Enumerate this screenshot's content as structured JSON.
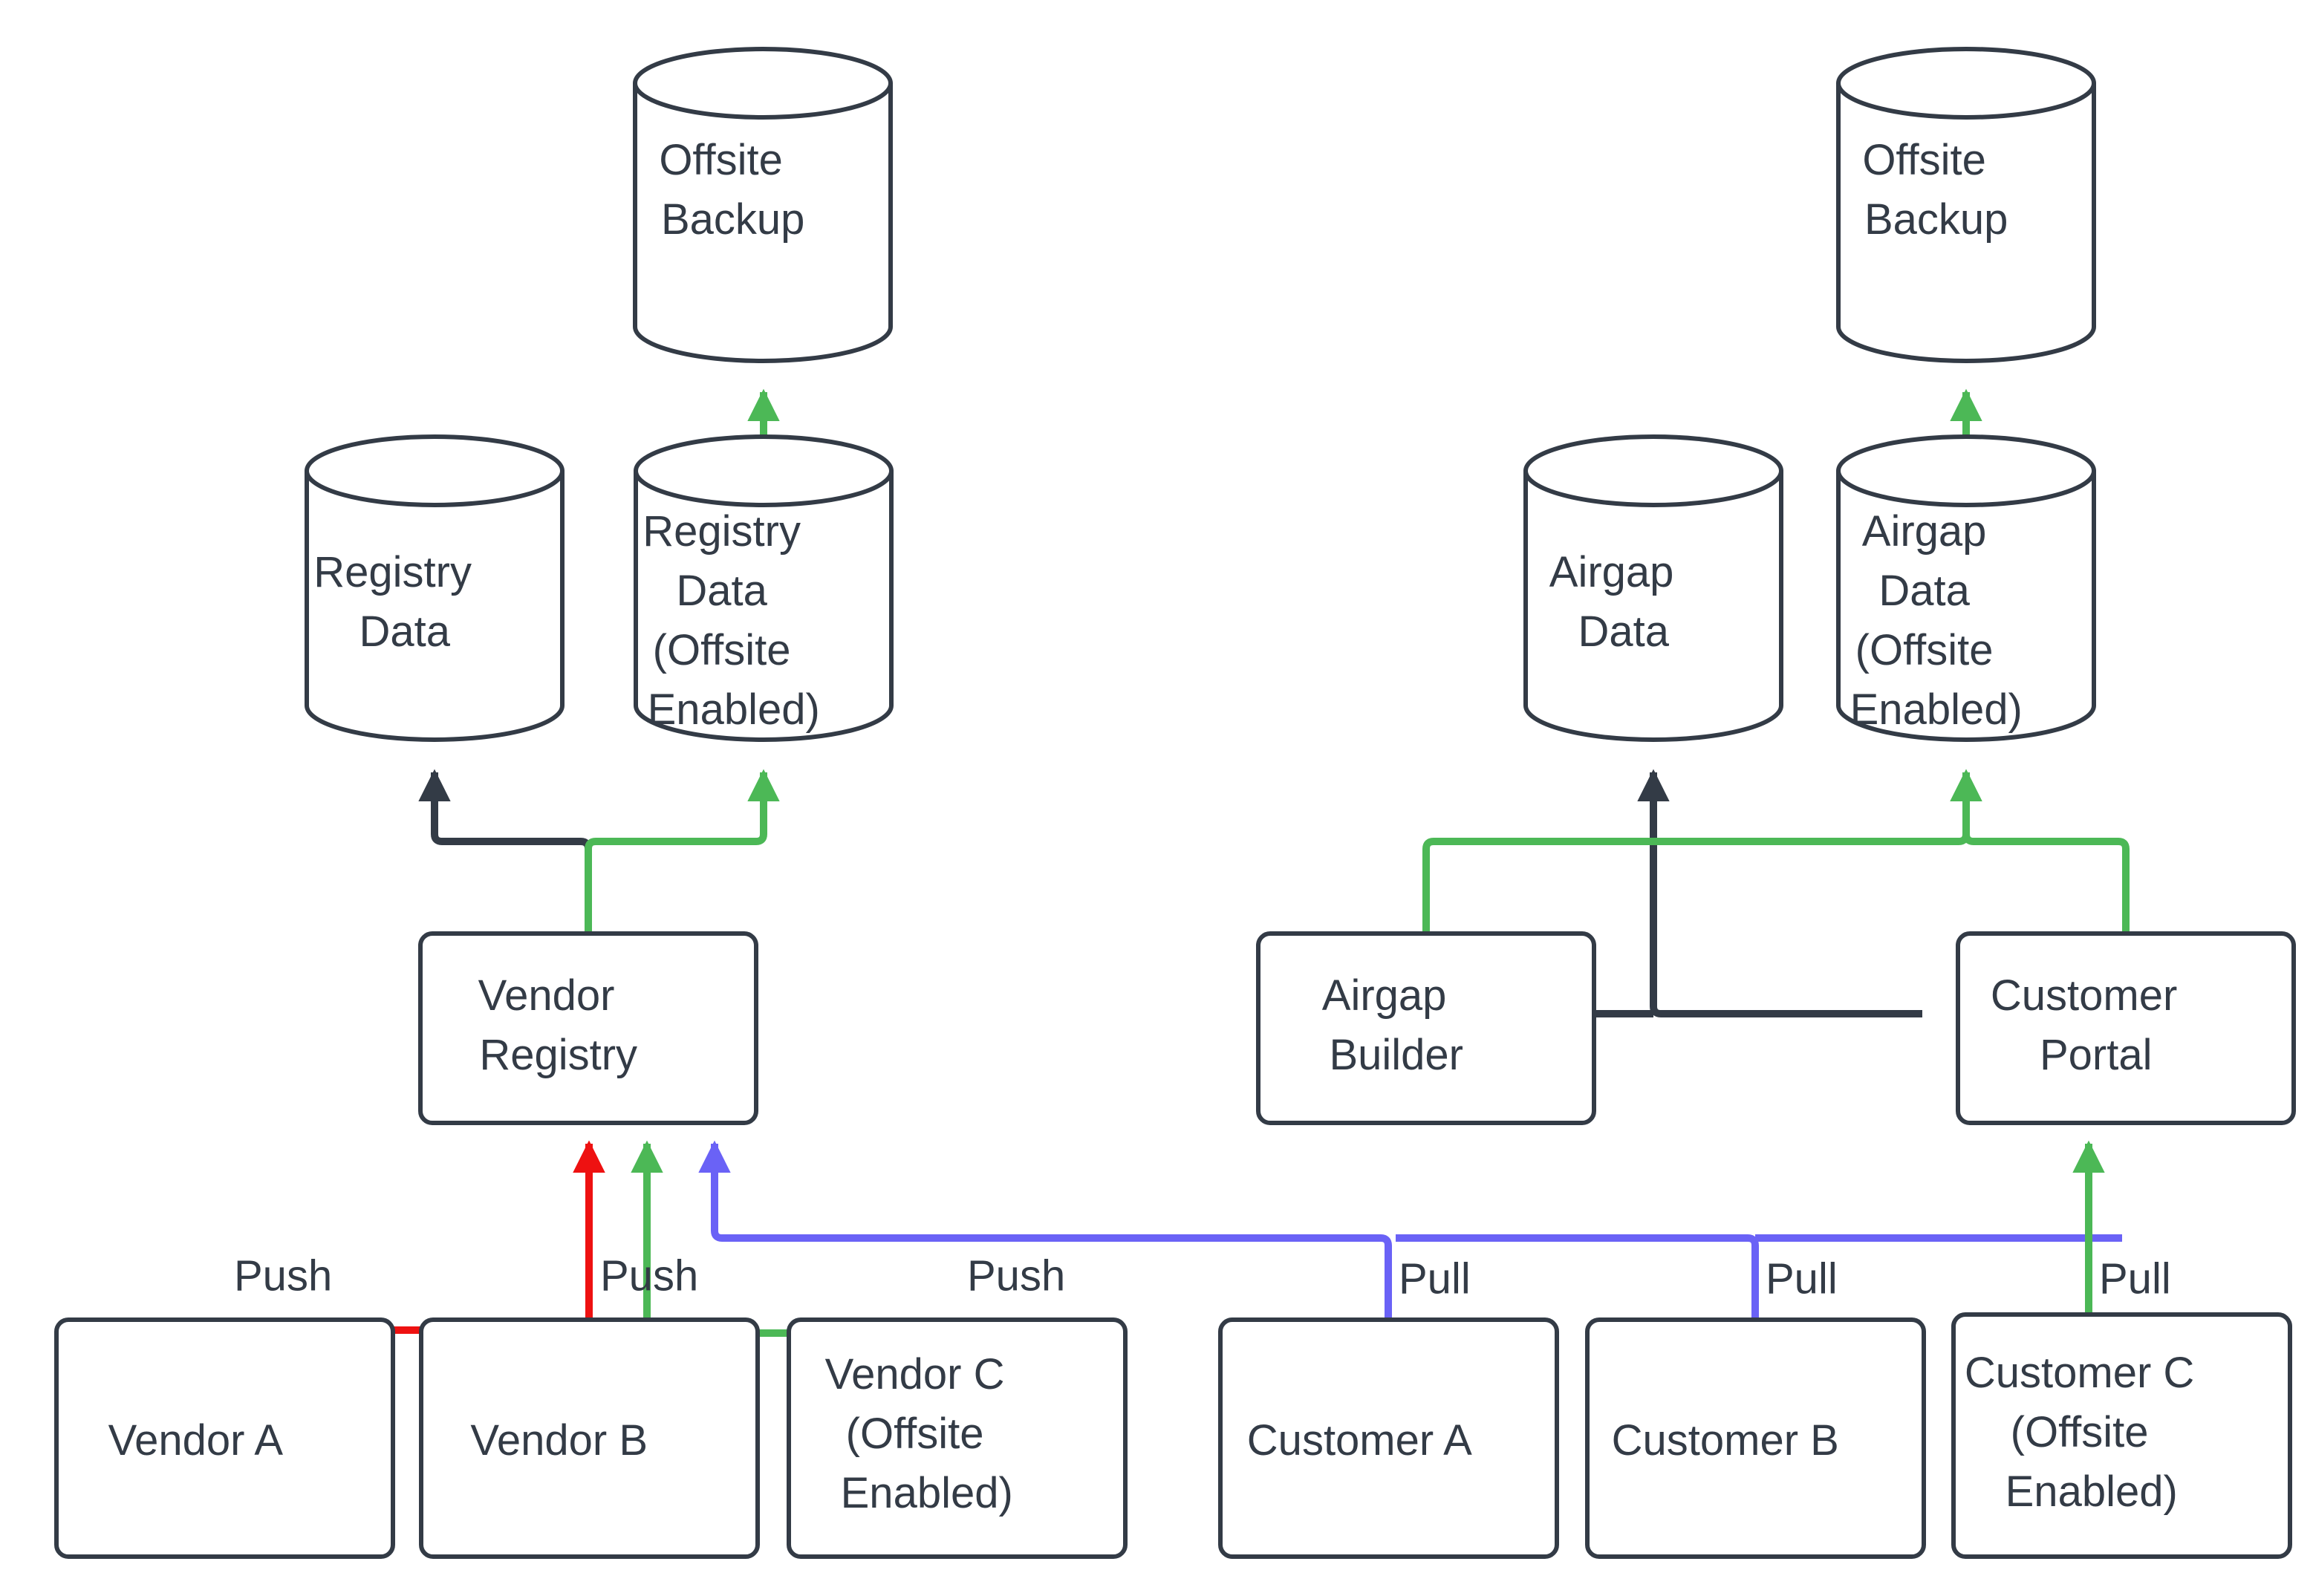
{
  "diagram": {
    "type": "flowchart",
    "background": "#ffffff",
    "colors": {
      "node_stroke": "#333b46",
      "node_fill": "#ffffff",
      "text": "#333b46",
      "edge_default": "#333b46",
      "edge_red": "#ee1111",
      "edge_green": "#4cb856",
      "edge_blue": "#6a62f6"
    },
    "nodes": [
      {
        "id": "offsite-backup-left",
        "shape": "cylinder",
        "lines": [
          "Offsite",
          "Backup"
        ]
      },
      {
        "id": "offsite-backup-right",
        "shape": "cylinder",
        "lines": [
          "Offsite",
          "Backup"
        ]
      },
      {
        "id": "registry-data",
        "shape": "cylinder",
        "lines": [
          "Registry",
          "Data"
        ]
      },
      {
        "id": "registry-data-offsite",
        "shape": "cylinder",
        "lines": [
          "Registry",
          "Data",
          "(Offsite",
          "Enabled)"
        ]
      },
      {
        "id": "airgap-data",
        "shape": "cylinder",
        "lines": [
          "Airgap",
          "Data"
        ]
      },
      {
        "id": "airgap-data-offsite",
        "shape": "cylinder",
        "lines": [
          "Airgap",
          "Data",
          "(Offsite",
          "Enabled)"
        ]
      },
      {
        "id": "vendor-registry",
        "shape": "rounded-rect",
        "lines": [
          "Vendor",
          "Registry"
        ]
      },
      {
        "id": "airgap-builder",
        "shape": "rounded-rect",
        "lines": [
          "Airgap",
          "Builder"
        ]
      },
      {
        "id": "customer-portal",
        "shape": "rounded-rect",
        "lines": [
          "Customer",
          "Portal"
        ]
      },
      {
        "id": "vendor-a",
        "shape": "rounded-rect",
        "lines": [
          "Vendor A"
        ]
      },
      {
        "id": "vendor-b",
        "shape": "rounded-rect",
        "lines": [
          "Vendor B"
        ]
      },
      {
        "id": "vendor-c",
        "shape": "rounded-rect",
        "lines": [
          "Vendor C",
          "(Offsite",
          "Enabled)"
        ]
      },
      {
        "id": "customer-a",
        "shape": "rounded-rect",
        "lines": [
          "Customer A"
        ]
      },
      {
        "id": "customer-b",
        "shape": "rounded-rect",
        "lines": [
          "Customer B"
        ]
      },
      {
        "id": "customer-c",
        "shape": "rounded-rect",
        "lines": [
          "Customer C",
          "(Offsite",
          "Enabled)"
        ]
      }
    ],
    "edges": [
      {
        "id": "e-vendora-registry",
        "from": "vendor-a",
        "to": "vendor-registry",
        "label": "Push",
        "color": "#ee1111"
      },
      {
        "id": "e-vendorb-registry",
        "from": "vendor-b",
        "to": "vendor-registry",
        "label": "Push",
        "color": "#ee1111"
      },
      {
        "id": "e-vendorc-registry",
        "from": "vendor-c",
        "to": "vendor-registry",
        "label": "Push",
        "color": "#4cb856"
      },
      {
        "id": "e-customera-portal",
        "from": "customer-a",
        "to": "vendor-registry",
        "label": "Pull",
        "color": "#6a62f6"
      },
      {
        "id": "e-customerb-portal",
        "from": "customer-b",
        "to": "vendor-registry",
        "label": "Pull",
        "color": "#6a62f6"
      },
      {
        "id": "e-customerc-portal",
        "from": "customer-c",
        "to": "customer-portal",
        "label": "Pull",
        "color": "#4cb856"
      },
      {
        "id": "e-registry-data",
        "from": "vendor-registry",
        "to": "registry-data",
        "label": "",
        "color": "#333b46"
      },
      {
        "id": "e-registry-data-offsite",
        "from": "vendor-registry",
        "to": "registry-data-offsite",
        "label": "",
        "color": "#4cb856"
      },
      {
        "id": "e-registry-offsite-backup",
        "from": "registry-data-offsite",
        "to": "offsite-backup-left",
        "label": "",
        "color": "#4cb856"
      },
      {
        "id": "e-portal-airgap-data",
        "from": "customer-portal",
        "to": "airgap-data",
        "label": "",
        "color": "#333b46"
      },
      {
        "id": "e-builder-airgap-offsite",
        "from": "airgap-builder",
        "to": "airgap-data-offsite",
        "label": "",
        "color": "#4cb856"
      },
      {
        "id": "e-portal-airgap-offsite",
        "from": "customer-portal",
        "to": "airgap-data-offsite",
        "label": "",
        "color": "#4cb856"
      },
      {
        "id": "e-airgap-offsite-backup",
        "from": "airgap-data-offsite",
        "to": "offsite-backup-right",
        "label": "",
        "color": "#4cb856"
      }
    ],
    "edge_labels": {
      "push_1": "Push",
      "push_2": "Push",
      "push_3": "Push",
      "pull_1": "Pull",
      "pull_2": "Pull",
      "pull_3": "Pull"
    }
  }
}
